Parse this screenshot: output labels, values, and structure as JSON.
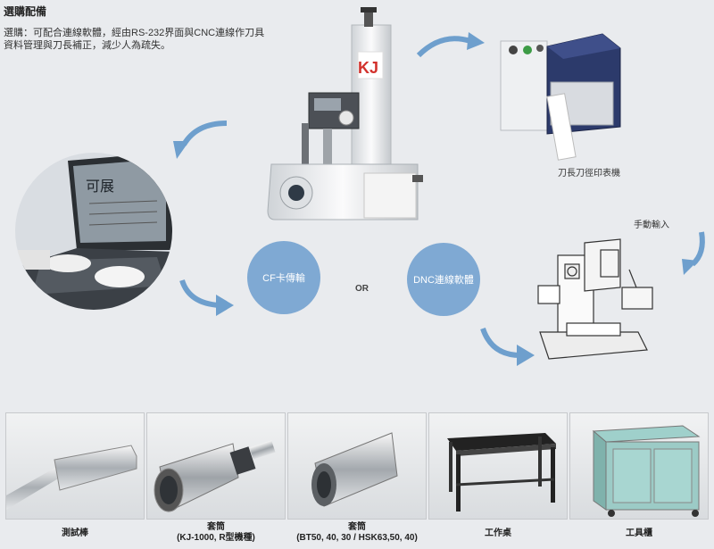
{
  "header": {
    "title": "選購配備",
    "description": "選購：可配合連線軟體，經由RS-232界面與CNC連線作刀具資料管理與刀長補正，減少人為疏失。"
  },
  "machine": {
    "logo": "KJ"
  },
  "flow": {
    "printer_label": "刀長刀徑印表機",
    "manual_input_label": "手動輸入",
    "cf_card_label": "CF卡傳輸",
    "or_label": "OR",
    "dnc_label": "DNC連線軟體",
    "laptop_screen_text": "可展"
  },
  "accessories": [
    {
      "caption_line1": "測試棒",
      "caption_line2": ""
    },
    {
      "caption_line1": "套筒",
      "caption_line2": "(KJ-1000, R型機種)"
    },
    {
      "caption_line1": "套筒",
      "caption_line2": "(BT50, 40, 30 / HSK63,50, 40)"
    },
    {
      "caption_line1": "工作桌",
      "caption_line2": ""
    },
    {
      "caption_line1": "工具櫃",
      "caption_line2": ""
    }
  ],
  "colors": {
    "accent_blue": "#7fa9d3",
    "background": "#e9ebee"
  }
}
